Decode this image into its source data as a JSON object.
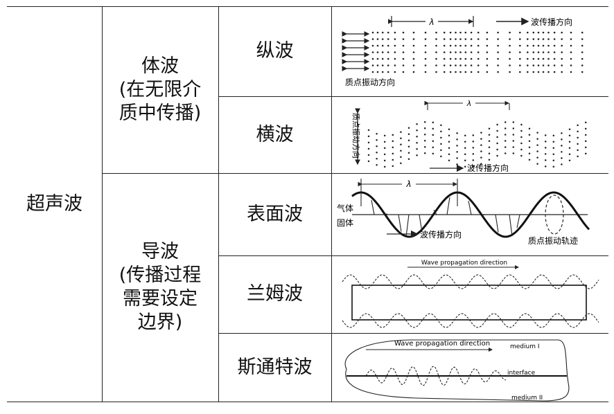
{
  "table": {
    "root_label": "超声波",
    "groups": [
      {
        "lines": [
          "体波",
          "(在无限介",
          "质中传播)"
        ],
        "rows": [
          {
            "name": "纵波",
            "labels": [
              "λ",
              "波传播方向",
              "质点振动方向"
            ]
          },
          {
            "name": "横波",
            "labels": [
              "λ",
              "质点振动方向",
              "波传播方向"
            ]
          }
        ]
      },
      {
        "lines": [
          "导波",
          "(传播过程",
          "需要设定",
          "边界)"
        ],
        "rows": [
          {
            "name": "表面波",
            "labels": [
              "λ",
              "气体",
              "固体",
              "波传播方向",
              "质点振动轨迹"
            ]
          },
          {
            "name": "兰姆波",
            "labels": [
              "Wave propagation direction"
            ]
          },
          {
            "name": "斯通特波",
            "labels": [
              "Wave propagation direction",
              "medium I",
              "interface",
              "medium II"
            ]
          }
        ]
      }
    ]
  }
}
